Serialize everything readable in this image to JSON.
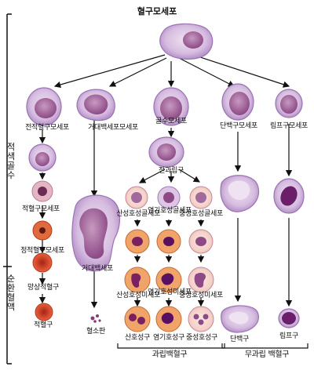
{
  "title": "혈구모세포",
  "labels": {
    "erythroblast_pro": "전적혈구모세포",
    "megakaryoblast": "거대백세포모세포",
    "myeloblast": "골수모세포",
    "monoblast": "단백구모세포",
    "lymphoblast": "림프구모세포",
    "promyelocyte": "전과립구",
    "erythroblast": "적혈구모세포",
    "megakaryocyte": "거대백세포",
    "eo_myelocyte": "산성호성골세포",
    "baso_myelocyte": "염기호성골세포",
    "neu_myelocyte": "중성호성골세포",
    "normoblast": "정적혈구모세포",
    "reticulocyte": "망상적혈구",
    "eo_metamyelocyte": "산성호성미세포",
    "baso_metamyelocyte": "염기호성미세포",
    "neu_metamyelocyte": "중성호성미세포",
    "erythrocyte": "적혈구",
    "platelet": "혈소판",
    "eosinophil": "산호성구",
    "basophil": "염기호성구",
    "neutrophil": "중성호성구",
    "monocyte": "단백구",
    "lymphocyte": "림프구",
    "granulocytes": "과립백혈구",
    "agranulocytes": "무과립 백혈구"
  },
  "side": {
    "bone_marrow": "적색골수",
    "circulation": "순환혈액"
  },
  "colors": {
    "membrane": "#c8a8d8",
    "nucleus": "#9b4e8e",
    "rbc": "#d6402a",
    "line": "#111111"
  }
}
